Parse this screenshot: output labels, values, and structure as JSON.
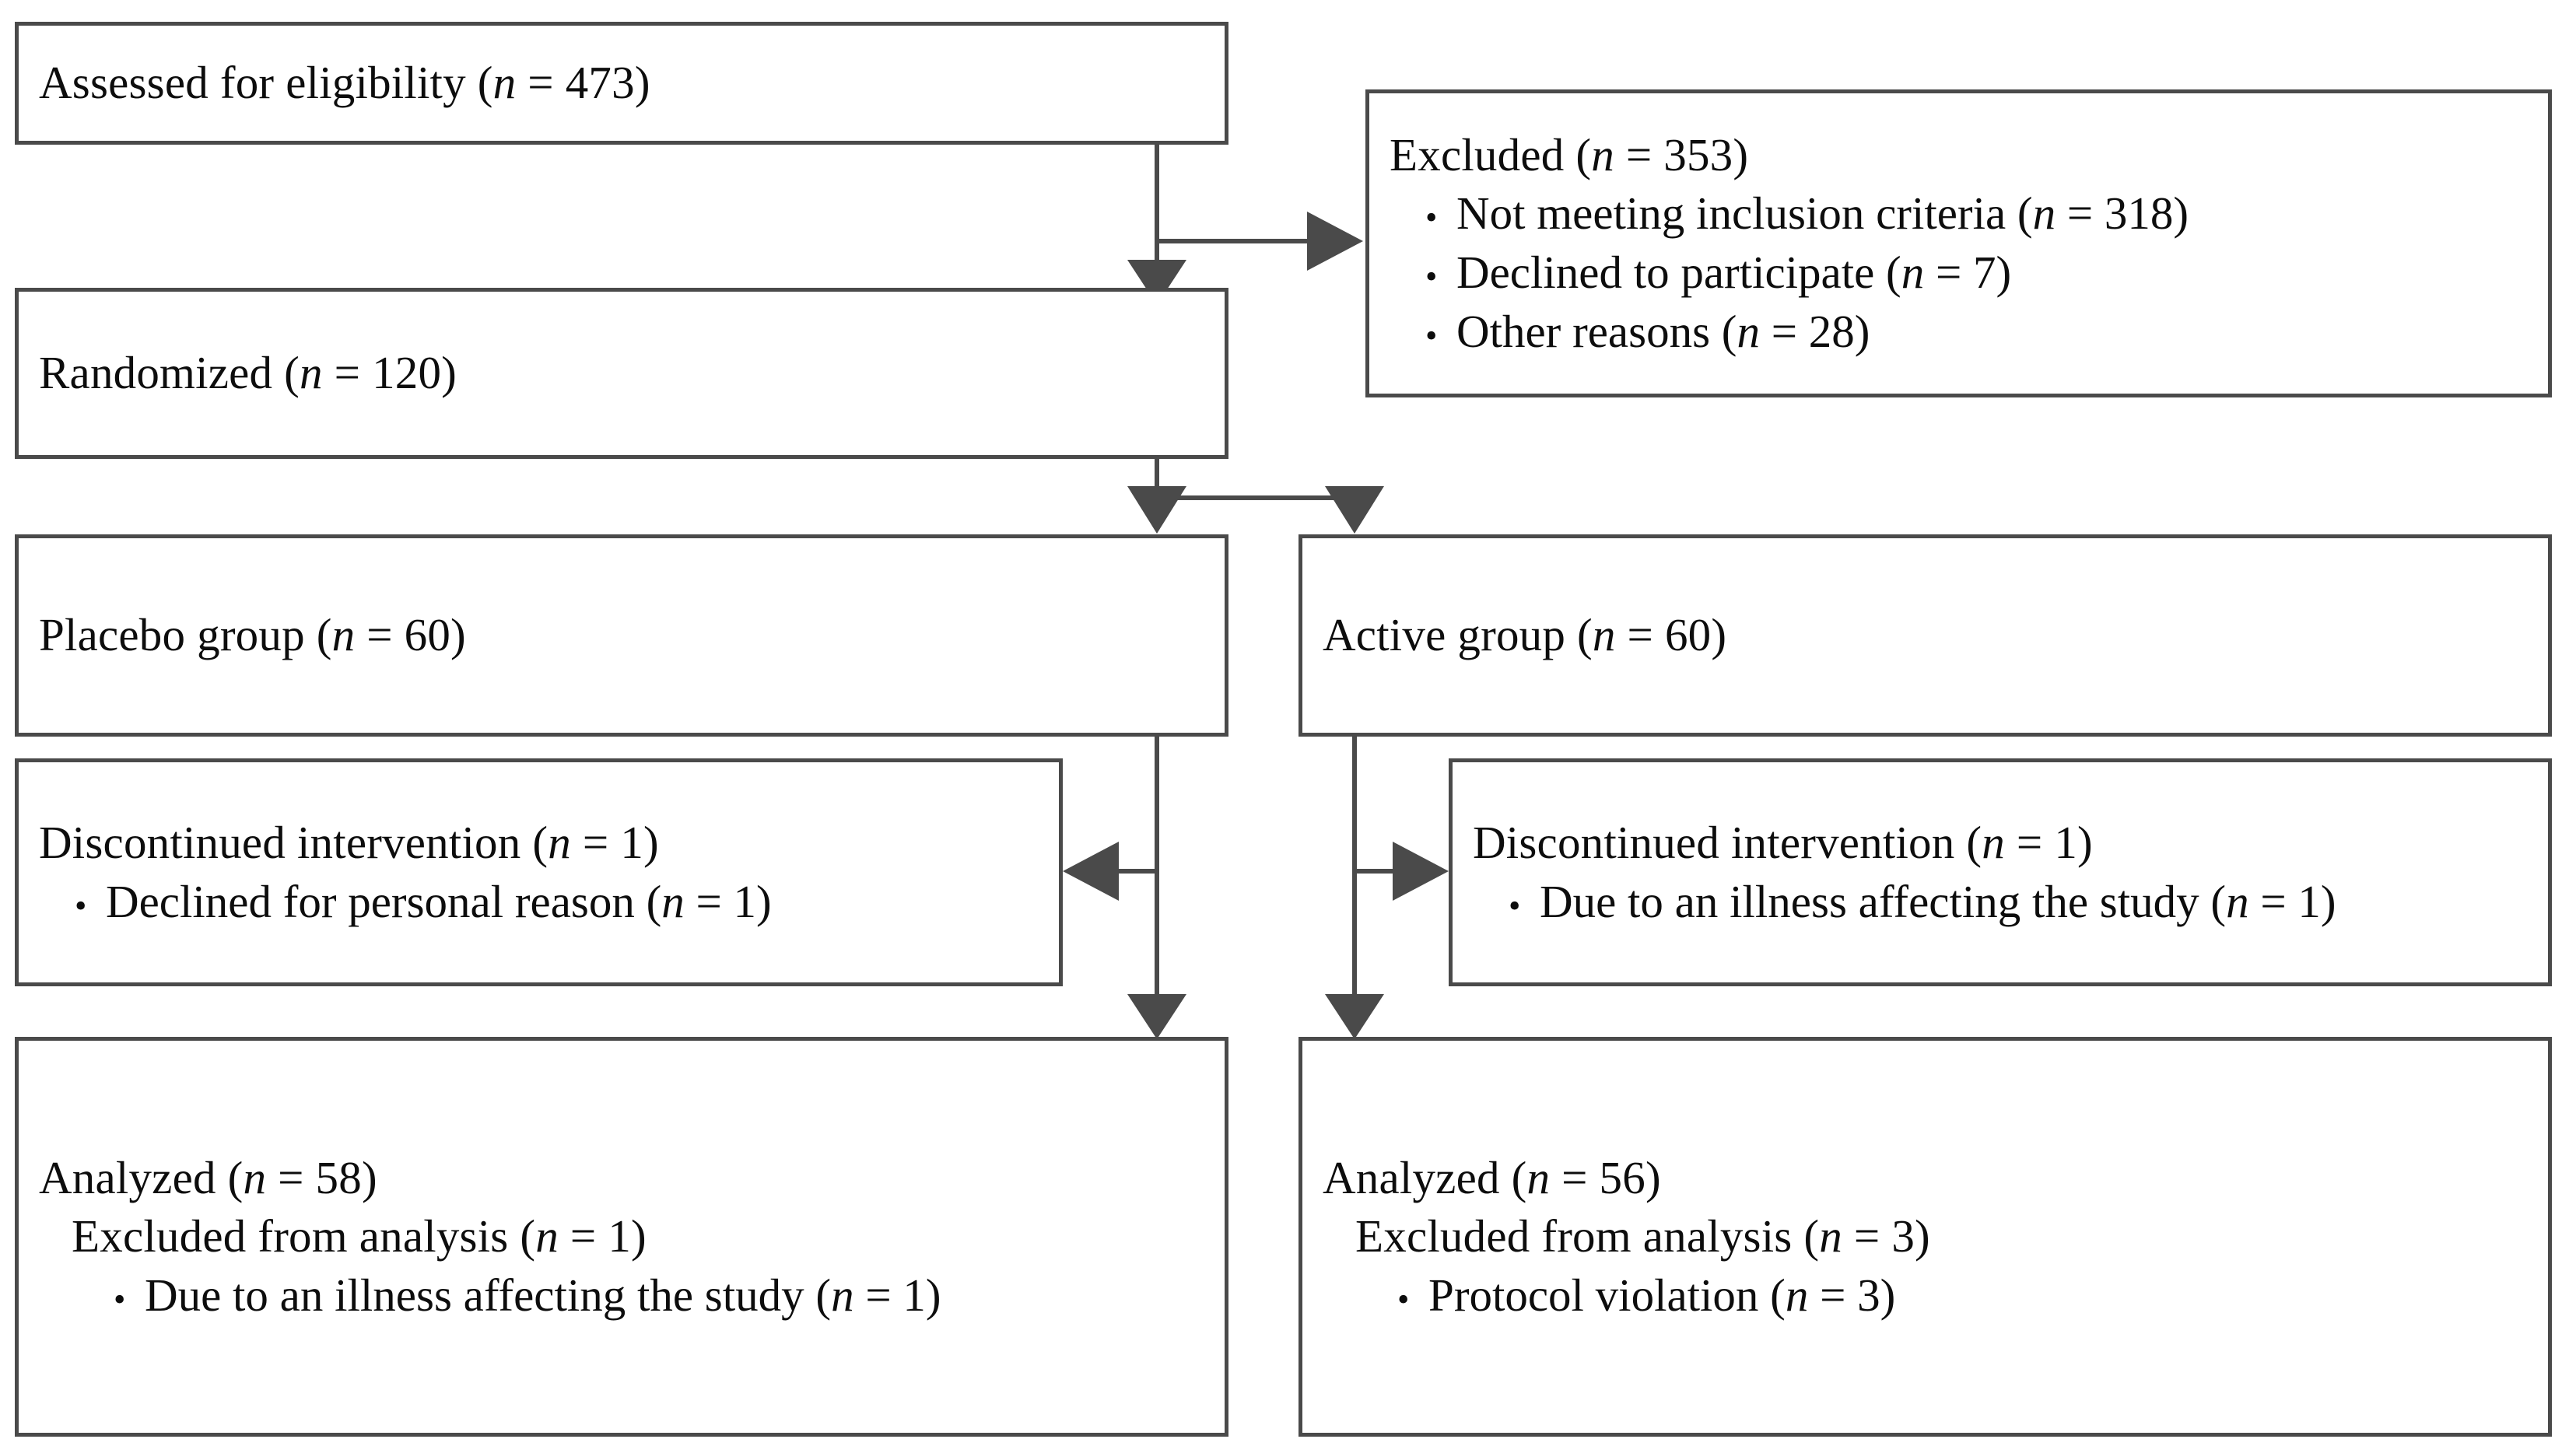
{
  "diagram": {
    "type": "consort-flow-diagram",
    "title": "",
    "nodes": {
      "assessed": {
        "name": "assessed-for-eligibility-box",
        "lines": [
          {
            "text_before": "Assessed for eligibility (",
            "italic": "n",
            "text_after": " = 473)"
          }
        ]
      },
      "excluded": {
        "name": "excluded-box",
        "header": {
          "text_before": "Excluded (",
          "italic": "n",
          "text_after": " = 353)"
        },
        "bullets": [
          {
            "text_before": "Not meeting inclusion criteria (",
            "italic": "n",
            "text_after": " = 318)"
          },
          {
            "text_before": "Declined to participate (",
            "italic": "n",
            "text_after": " = 7)"
          },
          {
            "text_before": "Other reasons (",
            "italic": "n",
            "text_after": " = 28)"
          }
        ]
      },
      "randomized": {
        "name": "randomized-box",
        "lines": [
          {
            "text_before": "Randomized (",
            "italic": "n",
            "text_after": " = 120)"
          }
        ]
      },
      "placebo_group": {
        "name": "placebo-group-box",
        "lines": [
          {
            "text_before": "Placebo group (",
            "italic": "n",
            "text_after": " = 60)"
          }
        ]
      },
      "active_group": {
        "name": "active-group-box",
        "lines": [
          {
            "text_before": "Active group (",
            "italic": "n",
            "text_after": " = 60)"
          }
        ]
      },
      "placebo_discontinued": {
        "name": "placebo-discontinued-box",
        "header": {
          "text_before": "Discontinued intervention (",
          "italic": "n",
          "text_after": " = 1)"
        },
        "bullets": [
          {
            "text_before": "Declined for personal reason (",
            "italic": "n",
            "text_after": " = 1)"
          }
        ]
      },
      "active_discontinued": {
        "name": "active-discontinued-box",
        "header": {
          "text_before": "Discontinued intervention (",
          "italic": "n",
          "text_after": " = 1)"
        },
        "bullets": [
          {
            "text_before": "Due to an illness affecting the study (",
            "italic": "n",
            "text_after": " = 1)"
          }
        ]
      },
      "placebo_analyzed": {
        "name": "placebo-analyzed-box",
        "header": {
          "text_before": "Analyzed (",
          "italic": "n",
          "text_after": " = 58)"
        },
        "subheader": {
          "text_before": "Excluded from analysis (",
          "italic": "n",
          "text_after": " = 1)"
        },
        "bullets": [
          {
            "text_before": "Due to an illness affecting the study (",
            "italic": "n",
            "text_after": " = 1)"
          }
        ]
      },
      "active_analyzed": {
        "name": "active-analyzed-box",
        "header": {
          "text_before": "Analyzed (",
          "italic": "n",
          "text_after": " = 56)"
        },
        "subheader": {
          "text_before": "Excluded from analysis (",
          "italic": "n",
          "text_after": " = 3)"
        },
        "bullets": [
          {
            "text_before": "Protocol violation (",
            "italic": "n",
            "text_after": " = 3)"
          }
        ]
      }
    },
    "bullet_glyph": "•",
    "colors": {
      "border": "#4a4a4a",
      "text": "#0d0d0d",
      "background": "#ffffff",
      "connector": "#4a4a4a"
    },
    "chart_data": {
      "type": "flow",
      "counts": {
        "assessed_for_eligibility": 473,
        "excluded_total": 353,
        "excluded_not_meeting_inclusion_criteria": 318,
        "excluded_declined_to_participate": 7,
        "excluded_other_reasons": 28,
        "randomized": 120,
        "placebo_group": 60,
        "active_group": 60,
        "placebo_discontinued": 1,
        "placebo_discontinued_declined_personal_reason": 1,
        "active_discontinued": 1,
        "active_discontinued_illness": 1,
        "placebo_analyzed": 58,
        "placebo_excluded_from_analysis": 1,
        "placebo_excluded_illness": 1,
        "active_analyzed": 56,
        "active_excluded_from_analysis": 3,
        "active_excluded_protocol_violation": 3
      }
    }
  }
}
